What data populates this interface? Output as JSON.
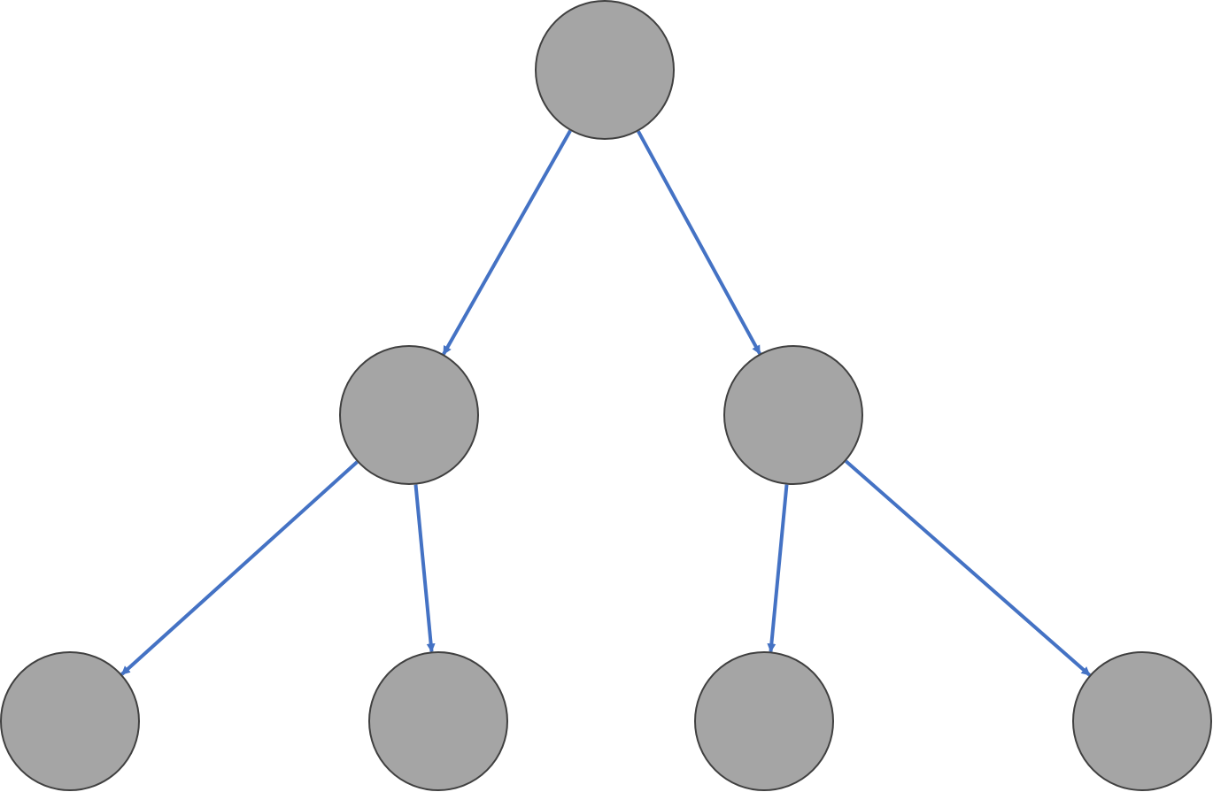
{
  "diagram": {
    "type": "binary-tree",
    "colors": {
      "node_fill": "#a5a5a5",
      "node_stroke": "#404040",
      "edge": "#4472c4",
      "background": "#ffffff"
    },
    "nodes": [
      {
        "id": "root",
        "label": ""
      },
      {
        "id": "left-child",
        "label": ""
      },
      {
        "id": "right-child",
        "label": ""
      },
      {
        "id": "left-left-leaf",
        "label": ""
      },
      {
        "id": "left-right-leaf",
        "label": ""
      },
      {
        "id": "right-left-leaf",
        "label": ""
      },
      {
        "id": "right-right-leaf",
        "label": ""
      }
    ],
    "edges": [
      {
        "from": "root",
        "to": "left-child"
      },
      {
        "from": "root",
        "to": "right-child"
      },
      {
        "from": "left-child",
        "to": "left-left-leaf"
      },
      {
        "from": "left-child",
        "to": "left-right-leaf"
      },
      {
        "from": "right-child",
        "to": "right-left-leaf"
      },
      {
        "from": "right-child",
        "to": "right-right-leaf"
      }
    ]
  }
}
